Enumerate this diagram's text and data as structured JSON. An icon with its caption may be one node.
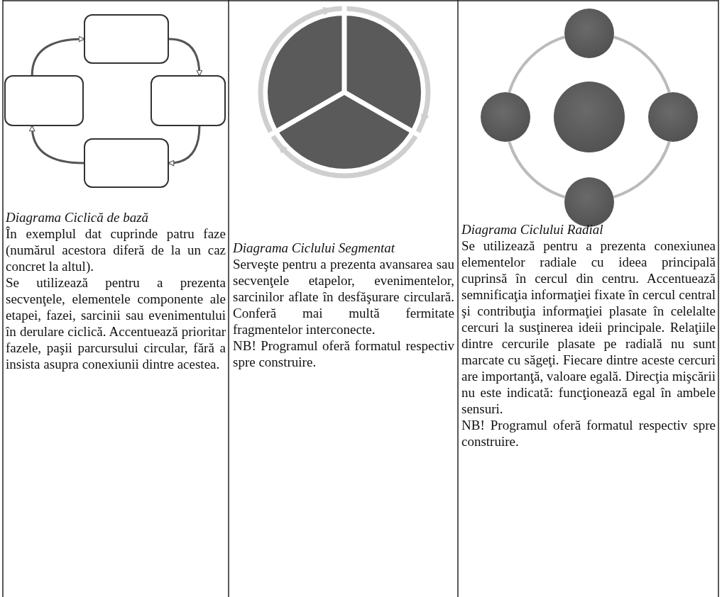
{
  "diagram": {
    "nodes": [
      {
        "text": [],
        "shape": "box"
      },
      {
        "text": [],
        "shape": "box"
      },
      {
        "text": [],
        "shape": "box"
      },
      {
        "text": [],
        "shape": "box"
      },
      {
        "text": [],
        "shape": "circle"
      },
      {
        "text": [],
        "shape": "circle"
      },
      {
        "text": [],
        "shape": "circle"
      },
      {
        "text": [],
        "shape": "circle"
      },
      {
        "text": [],
        "shape": "circle"
      }
    ],
    "edges": [
      {
        "from": 1,
        "to": 0,
        "arrow": "to"
      },
      {
        "from": 0,
        "to": 2,
        "arrow": "to"
      },
      {
        "from": 2,
        "to": 3,
        "arrow": "to"
      },
      {
        "from": 3,
        "to": 1,
        "arrow": "to"
      },
      {
        "from": 4,
        "to": 7,
        "arrow": "none",
        "color": "#bbbbbb"
      },
      {
        "from": 7,
        "to": 8,
        "arrow": "none",
        "color": "#bbbbbb"
      },
      {
        "from": 8,
        "to": 5,
        "arrow": "none",
        "color": "#bbbbbb"
      },
      {
        "from": 5,
        "to": 4,
        "arrow": "none",
        "color": "#bbbbbb"
      }
    ],
    "labels": [
      "Diagrama Ciclică de bază",
      "În exemplul dat cuprinde patru faze (numărul acestora diferă de la un caz concret la altul).",
      "Se utilizează pentru a prezenta secvenţele, elementele componente ale etapei, fazei, sarcinii sau evenimentului în derulare ciclică. Accentuează prioritar fazele, paşii parcursului circular, fără a insista asupra conexiunii dintre acestea.",
      "Diagrama Ciclului Segmentat",
      "Serveşte pentru a prezenta avansarea sau secvenţele etapelor, evenimentelor, sarcinilor aflate în desfăşurare circulară. Conferă mai multă fermitate fragmentelor interconecte.",
      "NB! Programul oferă formatul respectiv spre construire.",
      "Diagrama Ciclului Radial",
      "Se utilizează pentru a prezenta conexiunea elementelor radiale cu ideea principală cuprinsă în cercul din centru. Accentuează semnificaţia informaţiei fixate în cercul central şi contribuţia informaţiei plasate în celelalte cercuri la susţinerea ideii principale. Relaţiile dintre cercurile plasate pe radială nu sunt marcate cu săgeţi. Fiecare dintre aceste cercuri are importanţă, valoare egală. Direcţia mişcării nu este indicată: funcţionează egal în ambele sensuri.",
      "NB! Programul oferă formatul respectiv spre construire."
    ]
  }
}
